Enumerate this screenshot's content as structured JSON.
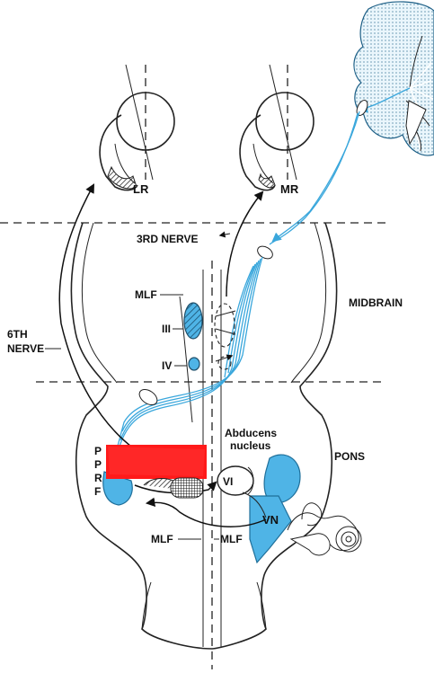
{
  "labels": {
    "lr": "LR",
    "mr": "MR",
    "third_nerve": "3RD NERVE",
    "midbrain": "MIDBRAIN",
    "mlf_upper": "MLF",
    "nucleus_iii": "III",
    "nucleus_iv": "IV",
    "sixth_nerve_line1": "6TH",
    "sixth_nerve_line2": "NERVE",
    "abducens_line1": "Abducens",
    "abducens_line2": "nucleus",
    "pons": "PONS",
    "pprf": [
      "P",
      "P",
      "R",
      "F"
    ],
    "vi": "VI",
    "vn": "VN",
    "mlf_lower_left": "MLF",
    "mlf_lower_right": "MLF"
  },
  "colors": {
    "pathway_blue": "#3aa7dc",
    "nucleus_blue": "#4fb4e6",
    "highlight_red": "#ff1a1a",
    "outline": "#222222"
  }
}
